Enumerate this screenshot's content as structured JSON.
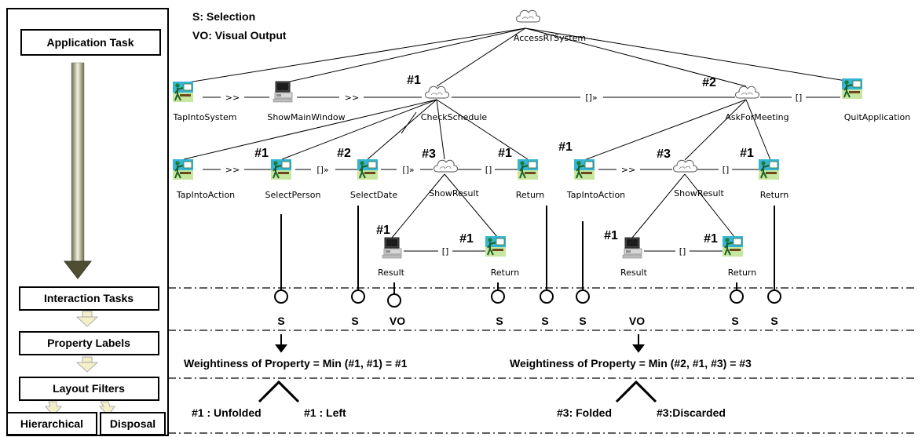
{
  "legend": {
    "selection": "S: Selection",
    "visual_output": "VO: Visual Output"
  },
  "left_panel": {
    "application_task": "Application Task",
    "interaction_tasks": "Interaction Tasks",
    "property_labels": "Property Labels",
    "layout_filters": "Layout Filters",
    "hierarchical": "Hierarchical",
    "disposal": "Disposal"
  },
  "colors": {
    "arrow_gradient_dark": "#5a5a3c",
    "arrow_gradient_light": "#e8e8d8",
    "small_arrow_fill": "#f3efc8",
    "interaction_icon_bg": "#34b4d2",
    "figure_green": "#1f7a2f"
  },
  "nodes": {
    "access": {
      "label": "AccessRTSystem",
      "type": "abstract-icon"
    },
    "tap_system": {
      "label": "TapIntoSystem",
      "type": "interaction-icon"
    },
    "show_main": {
      "label": "ShowMainWindow",
      "type": "application-icon"
    },
    "check_schedule": {
      "label": "CheckSchedule",
      "type": "abstract-icon",
      "priority": "#1"
    },
    "ask_meeting": {
      "label": "AskForMeeting",
      "type": "abstract-icon",
      "priority": "#2"
    },
    "quit": {
      "label": "QuitApplication",
      "type": "interaction-icon"
    },
    "tap_action1": {
      "label": "TapIntoAction",
      "type": "interaction-icon"
    },
    "select_person": {
      "label": "SelectPerson",
      "type": "interaction-icon",
      "priority": "#1"
    },
    "select_date": {
      "label": "SelectDate",
      "type": "interaction-icon",
      "priority": "#2"
    },
    "show_result1": {
      "label": "ShowResult",
      "type": "abstract-icon",
      "priority": "#3"
    },
    "return1": {
      "label": "Return",
      "type": "interaction-icon",
      "priority": "#1"
    },
    "tap_action2": {
      "label": "TapIntoAction",
      "type": "interaction-icon",
      "priority": "#1"
    },
    "show_result2": {
      "label": "ShowResult",
      "type": "abstract-icon",
      "priority": "#3"
    },
    "return2": {
      "label": "Return",
      "type": "interaction-icon",
      "priority": "#1"
    },
    "result1": {
      "label": "Result",
      "type": "application-icon",
      "priority": "#1"
    },
    "return3": {
      "label": "Return",
      "type": "interaction-icon",
      "priority": "#1"
    },
    "result2": {
      "label": "Result",
      "type": "application-icon",
      "priority": "#1"
    },
    "return4": {
      "label": "Return",
      "type": "interaction-icon",
      "priority": "#1"
    }
  },
  "operators": {
    "enable": ">>",
    "enable_info": "[]»",
    "choice": "[]"
  },
  "interaction_labels": [
    "S",
    "S",
    "VO",
    "S",
    "S",
    "S",
    "VO",
    "S",
    "S"
  ],
  "weightiness": {
    "left": "Weightiness of Property =  Min (#1, #1) = #1",
    "right": "Weightiness of Property =  Min (#2, #1, #3) = #3"
  },
  "results": {
    "left1": "#1 : Unfolded",
    "left2": "#1 : Left",
    "right1": "#3: Folded",
    "right2": "#3:Discarded"
  }
}
